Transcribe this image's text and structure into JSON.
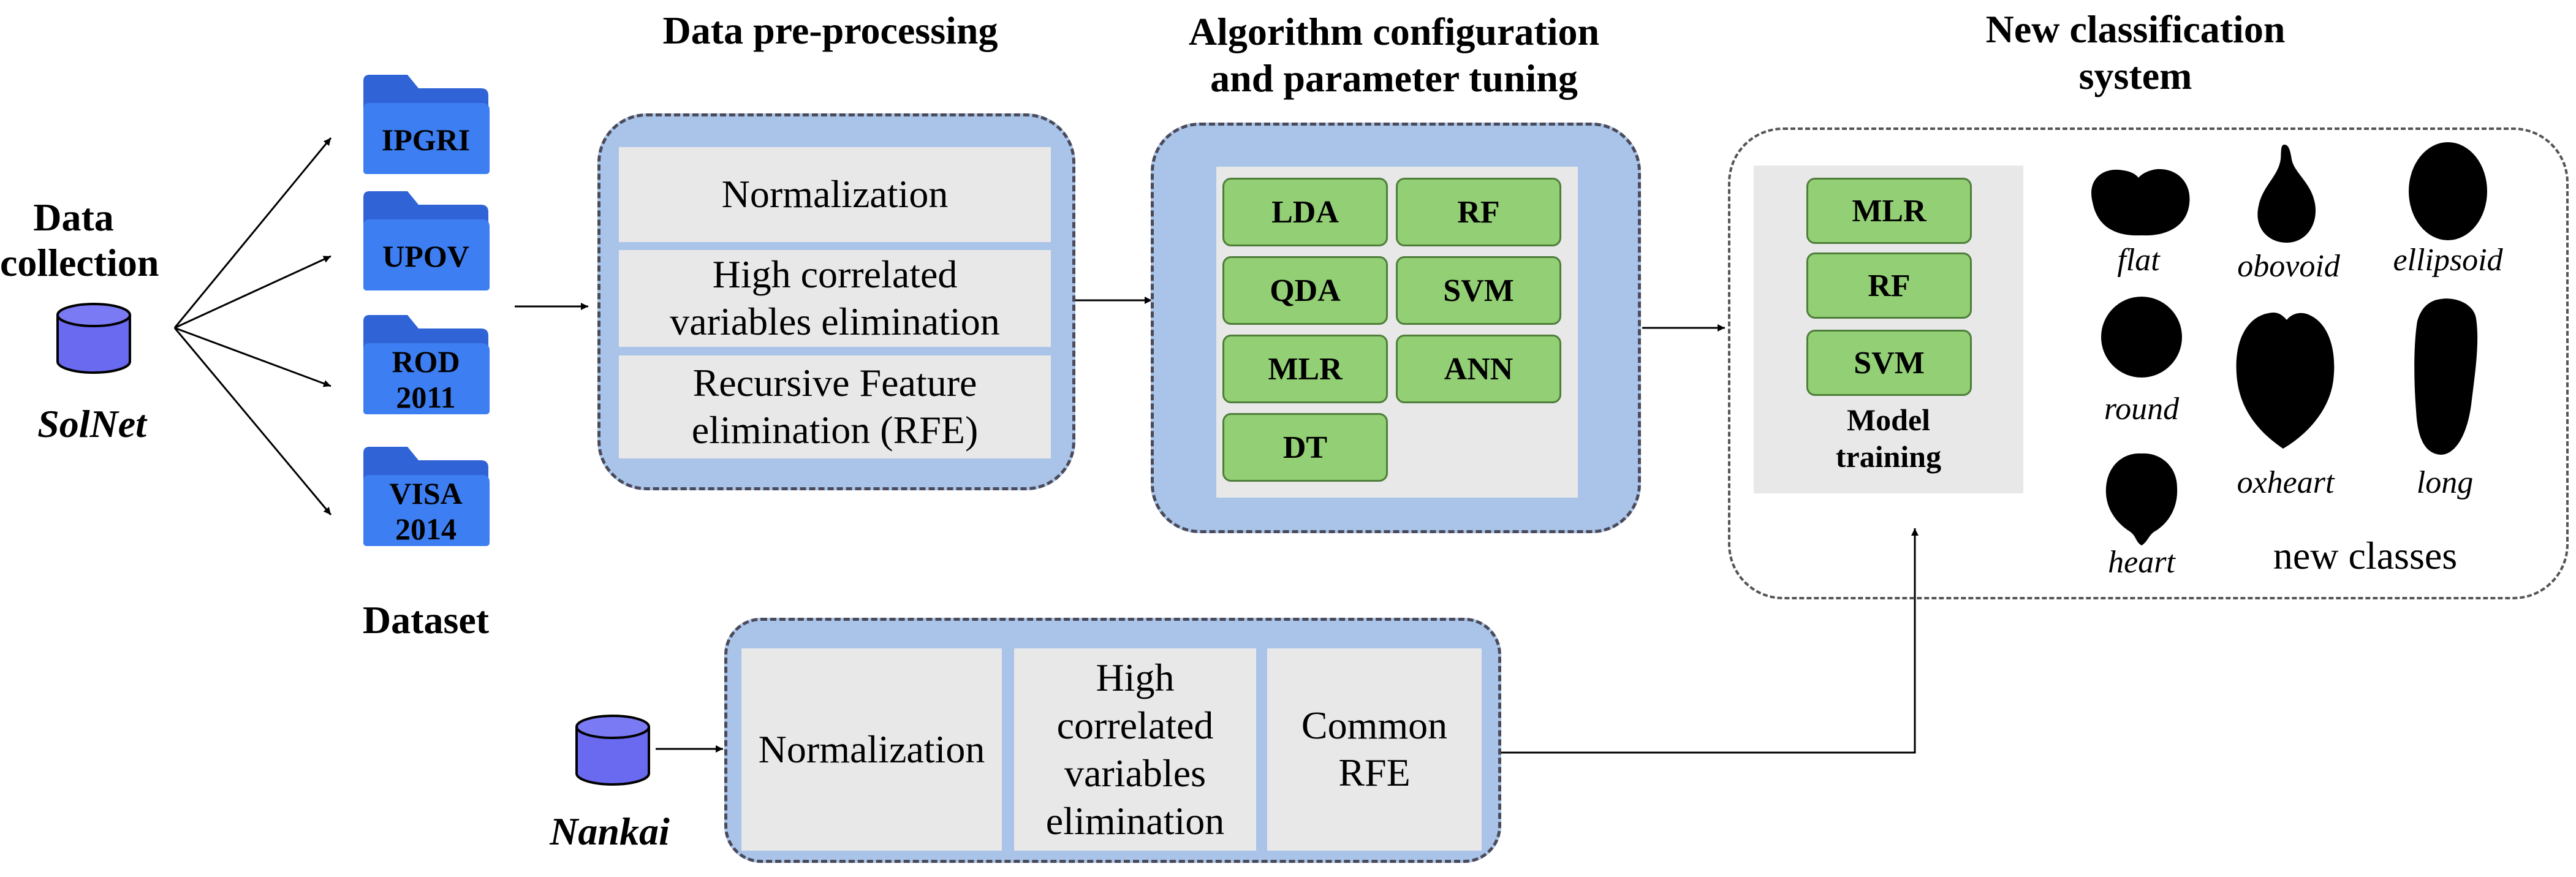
{
  "data_collection": {
    "label": "Data\ncollection",
    "db_name": "SolNet"
  },
  "dataset": {
    "label": "Dataset",
    "folders": [
      "IPGRI",
      "UPOV",
      "ROD\n2011",
      "VISA\n2014"
    ]
  },
  "preprocessing": {
    "heading": "Data pre-processing",
    "steps": [
      "Normalization",
      "High correlated\nvariables elimination",
      "Recursive Feature\nelimination (RFE)"
    ]
  },
  "algorithms": {
    "heading": "Algorithm configuration\nand parameter tuning",
    "items": [
      "LDA",
      "RF",
      "QDA",
      "SVM",
      "MLR",
      "ANN",
      "DT"
    ]
  },
  "classification": {
    "heading": "New classification\nsystem",
    "models": [
      "MLR",
      "RF",
      "SVM"
    ],
    "model_label": "Model\ntraining",
    "shapes": [
      "flat",
      "obovoid",
      "ellipsoid",
      "round",
      "oxheart",
      "long",
      "heart"
    ],
    "new_classes_label": "new classes"
  },
  "nankai": {
    "db_name": "Nankai",
    "steps": [
      "Normalization",
      "High\ncorrelated\nvariables\nelimination",
      "Common\nRFE"
    ]
  },
  "colors": {
    "panel_fill": "#a9c4e8",
    "cell_fill": "#e8e8e8",
    "algo_fill": "#93cf74",
    "folder_blue": "#3d7ef2",
    "db_purple": "#6a6af0"
  }
}
